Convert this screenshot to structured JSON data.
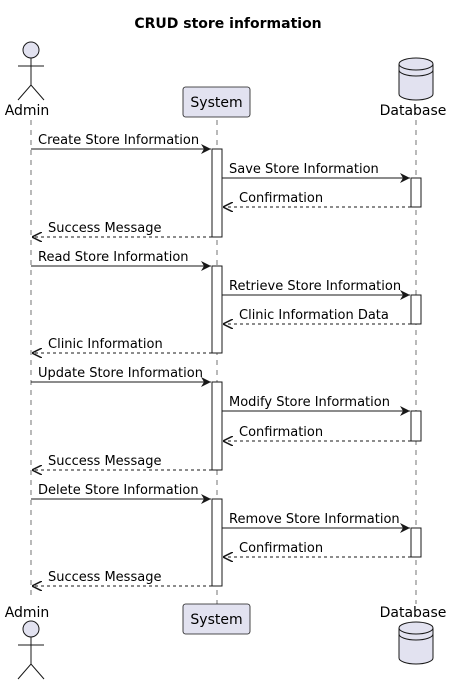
{
  "title": "CRUD store information",
  "participants": {
    "admin": {
      "label": "Admin",
      "kind": "actor"
    },
    "system": {
      "label": "System",
      "kind": "participant"
    },
    "database": {
      "label": "Database",
      "kind": "database"
    }
  },
  "colors": {
    "participant_fill": "#e2e2f0",
    "participant_stroke": "#181818",
    "lifeline": "#181818",
    "activation_fill": "#ffffff",
    "arrow": "#181818",
    "text": "#000000"
  },
  "messages": [
    {
      "from": "admin",
      "to": "system",
      "label": "Create Store Information",
      "dashed": false
    },
    {
      "from": "system",
      "to": "database",
      "label": "Save Store Information",
      "dashed": false
    },
    {
      "from": "database",
      "to": "system",
      "label": "Confirmation",
      "dashed": true
    },
    {
      "from": "system",
      "to": "admin",
      "label": "Success Message",
      "dashed": true
    },
    {
      "from": "admin",
      "to": "system",
      "label": "Read Store Information",
      "dashed": false
    },
    {
      "from": "system",
      "to": "database",
      "label": "Retrieve Store Information",
      "dashed": false
    },
    {
      "from": "database",
      "to": "system",
      "label": "Clinic Information Data",
      "dashed": true
    },
    {
      "from": "system",
      "to": "admin",
      "label": "Clinic Information",
      "dashed": true
    },
    {
      "from": "admin",
      "to": "system",
      "label": "Update Store Information",
      "dashed": false
    },
    {
      "from": "system",
      "to": "database",
      "label": "Modify Store Information",
      "dashed": false
    },
    {
      "from": "database",
      "to": "system",
      "label": "Confirmation",
      "dashed": true
    },
    {
      "from": "system",
      "to": "admin",
      "label": "Success Message",
      "dashed": true
    },
    {
      "from": "admin",
      "to": "system",
      "label": "Delete Store Information",
      "dashed": false
    },
    {
      "from": "system",
      "to": "database",
      "label": "Remove Store Information",
      "dashed": false
    },
    {
      "from": "database",
      "to": "system",
      "label": "Confirmation",
      "dashed": true
    },
    {
      "from": "system",
      "to": "admin",
      "label": "Success Message",
      "dashed": true
    }
  ]
}
